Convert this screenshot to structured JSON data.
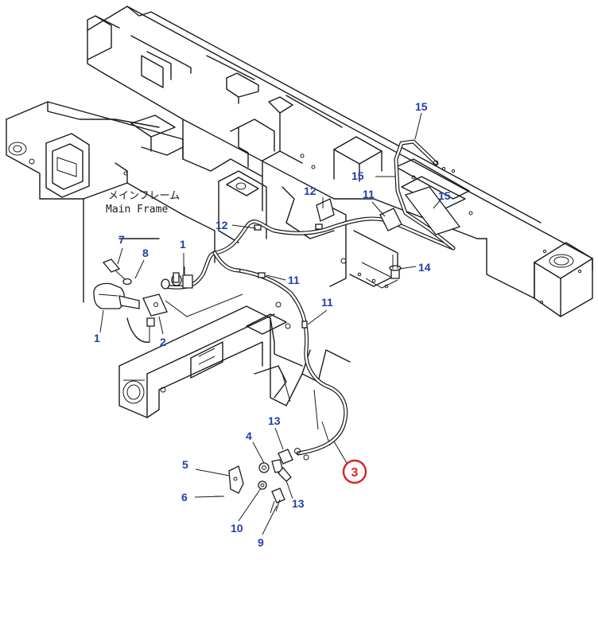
{
  "labels": {
    "frame_jp": "メインフレーム",
    "frame_en": "Main Frame"
  },
  "callouts": {
    "c1a": "1",
    "c1b": "1",
    "c2": "2",
    "c3": "3",
    "c4": "4",
    "c5": "5",
    "c6": "6",
    "c7": "7",
    "c8": "8",
    "c9": "9",
    "c10": "10",
    "c11a": "11",
    "c11b": "11",
    "c11c": "11",
    "c12a": "12",
    "c12b": "12",
    "c13a": "13",
    "c13b": "13",
    "c14": "14",
    "c15a": "15",
    "c15b": "15",
    "c15c": "15"
  },
  "colors": {
    "callout": "#1f3fae",
    "highlight": "#d9232a",
    "line": "#1a1a1a"
  }
}
